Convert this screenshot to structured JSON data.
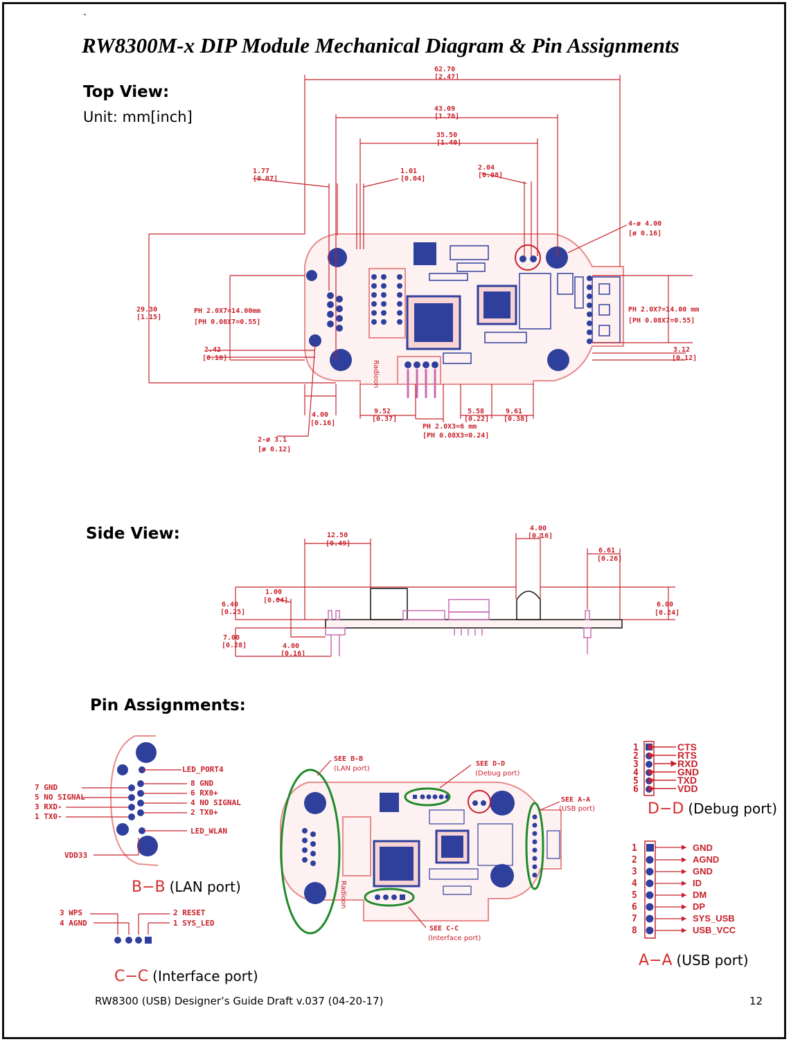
{
  "page": {
    "backtick": "`",
    "title": "RW8300M-x DIP Module Mechanical Diagram & Pin Assignments",
    "footer": "RW8300 (USB) Designer’s Guide Draft v.037 (04-20-17)",
    "page_number": "12"
  },
  "top_view": {
    "heading": "Top View:",
    "unit": "Unit: mm[inch]",
    "brand": "Radioon",
    "dimensions": {
      "d1": [
        "62.70",
        "[2.47]"
      ],
      "d2": [
        "43.09",
        "[1.70]"
      ],
      "d3": [
        "35.50",
        "[1.40]"
      ],
      "d4": [
        "1.77",
        "[0.07]"
      ],
      "d5": [
        "1.01",
        "[0.04]"
      ],
      "d6": [
        "2.04",
        "[0.08]"
      ],
      "d7": [
        "4-ø  4.00",
        "[ø  0.16]"
      ],
      "d8": [
        "29.30",
        "[1.15]"
      ],
      "d9": [
        "PH  2.0X7=14.00mm",
        "[PH  0.08X7=0.55]"
      ],
      "d10": [
        "PH  2.0X7=14.00  mm",
        "[PH  0.08X7=0.55]"
      ],
      "d11": [
        "2.42",
        "[0.10]"
      ],
      "d12": [
        "3.12",
        "[0.12]"
      ],
      "d13": [
        "4.00",
        "[0.16]"
      ],
      "d14": [
        "9.52",
        "[0.37]"
      ],
      "d15": [
        "5.58",
        "[0.22]"
      ],
      "d16": [
        "9.61",
        "[0.38]"
      ],
      "d17": [
        "PH  2.0X3=6  mm",
        "[PH  0.08X3=0.24]"
      ],
      "d18": [
        "2-ø  3.1",
        "[ø  0.12]"
      ]
    }
  },
  "side_view": {
    "heading": "Side View:",
    "dimensions": {
      "s1": [
        "12.50",
        "[0.49]"
      ],
      "s2": [
        "4.00",
        "[0.16]"
      ],
      "s3": [
        "6.61",
        "[0.26]"
      ],
      "s4": [
        "1.00",
        "[0.04]"
      ],
      "s5": [
        "6.40",
        "[0.25]"
      ],
      "s6": [
        "7.00",
        "[0.28]"
      ],
      "s7": [
        "4.00",
        "[0.16]"
      ],
      "s8": [
        "6.00",
        "[0.24]"
      ]
    }
  },
  "pin_assignments": {
    "heading": "Pin Assignments:",
    "lan": {
      "code": "B−B",
      "label": "(LAN port)",
      "right": [
        "LED_PORT4",
        "8  GND",
        "6  RX0+",
        "4  NO  SIGNAL",
        "2  TX0+",
        "LED_WLAN"
      ],
      "left": [
        "7  GND",
        "5  NO  SIGNAL",
        "3  RXD-",
        "1  TX0-"
      ],
      "vdd": "VDD33"
    },
    "interface": {
      "code": "C−C",
      "label": "(Interface port)",
      "pins": [
        "3  WPS",
        "4  AGND",
        "2  RESET",
        "1  SYS_LED"
      ]
    },
    "center": {
      "see_bb": "SEE  B-B",
      "see_bb_sub": "(LAN port)",
      "see_dd": "SEE  D-D",
      "see_dd_sub": "(Debug port)",
      "see_aa": "SEE  A-A",
      "see_aa_sub": "(USB port)",
      "see_cc": "SEE  C-C",
      "see_cc_sub": "(Interface port)",
      "brand": "Radioon"
    },
    "debug": {
      "code": "D−D",
      "label": "(Debug port)",
      "numbers": [
        "1",
        "2",
        "3",
        "4",
        "5",
        "6"
      ],
      "pins": [
        "CTS",
        "RTS",
        "RXD",
        "GND",
        "TXD",
        "VDD"
      ]
    },
    "usb": {
      "code": "A−A",
      "label": "(USB port)",
      "numbers": [
        "1",
        "2",
        "3",
        "4",
        "5",
        "6",
        "7",
        "8"
      ],
      "pins": [
        "GND",
        "AGND",
        "GND",
        "ID",
        "DM",
        "DP",
        "SYS_USB",
        "USB_VCC"
      ]
    }
  },
  "colors": {
    "dimension": "#c8202a",
    "board_outline": "#e88a8a",
    "pad": "#2f3f9c",
    "highlight": "#1f8a2a"
  }
}
